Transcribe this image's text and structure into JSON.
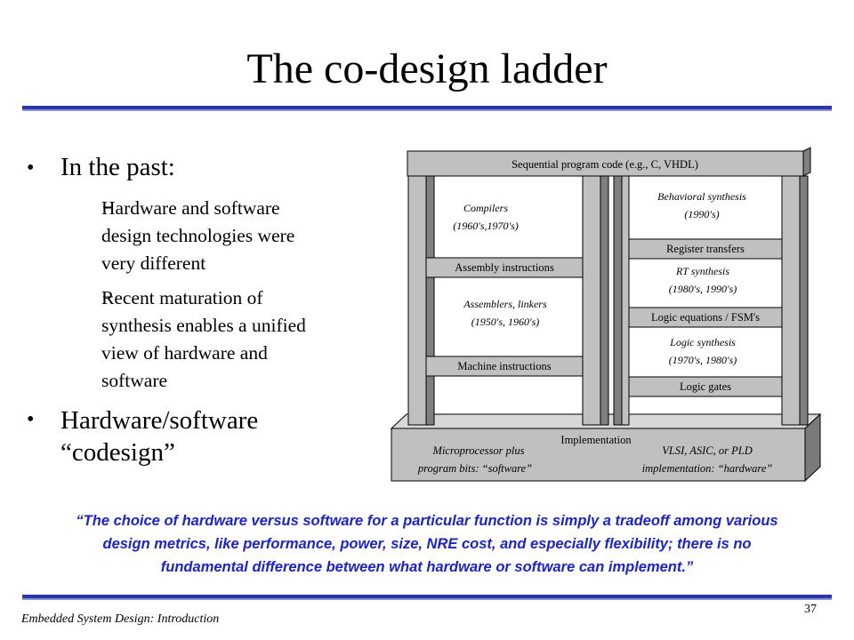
{
  "slide": {
    "title": "The co-design ladder",
    "page_number": "37",
    "footer": "Embedded System Design: Introduction"
  },
  "bullets": [
    {
      "text": "In the past:",
      "sub": [
        [
          "Hardware and software",
          "design technologies were",
          "very different"
        ],
        [
          "Recent maturation of",
          "synthesis enables a unified",
          "view of hardware and",
          "software"
        ]
      ]
    },
    {
      "text_lines": [
        "Hardware/software",
        "“codesign”"
      ]
    }
  ],
  "diagram": {
    "top_bar": "Sequential program code (e.g., C, VHDL)",
    "implementation_label": "Implementation",
    "software_side": {
      "compilers": [
        "Compilers",
        "(1960's,1970's)"
      ],
      "assembly": "Assembly instructions",
      "assemblers": [
        "Assemblers, linkers",
        "(1950's, 1960's)"
      ],
      "machine": "Machine instructions",
      "bottom": [
        "Microprocessor plus",
        "program bits: “software”"
      ]
    },
    "hardware_side": {
      "behavioral": [
        "Behavioral synthesis",
        "(1990's)"
      ],
      "register": "Register transfers",
      "rt": [
        "RT synthesis",
        "(1980's, 1990's)"
      ],
      "logic_eq": "Logic equations / FSM's",
      "logic_syn": [
        "Logic synthesis",
        "(1970's, 1980's)"
      ],
      "gates": "Logic gates",
      "bottom": [
        "VLSI, ASIC, or PLD",
        "implementation: “hardware”"
      ]
    }
  },
  "quote": [
    "“The choice of hardware versus software for a particular function is simply a tradeoff among various",
    "design metrics, like performance, power, size, NRE cost, and especially flexibility; there is no",
    "fundamental difference between what hardware or software can implement.”"
  ],
  "colors": {
    "accent": "#2b35a8",
    "quote": "#1d24c4",
    "ladder_fill": "#c0c0c0"
  }
}
